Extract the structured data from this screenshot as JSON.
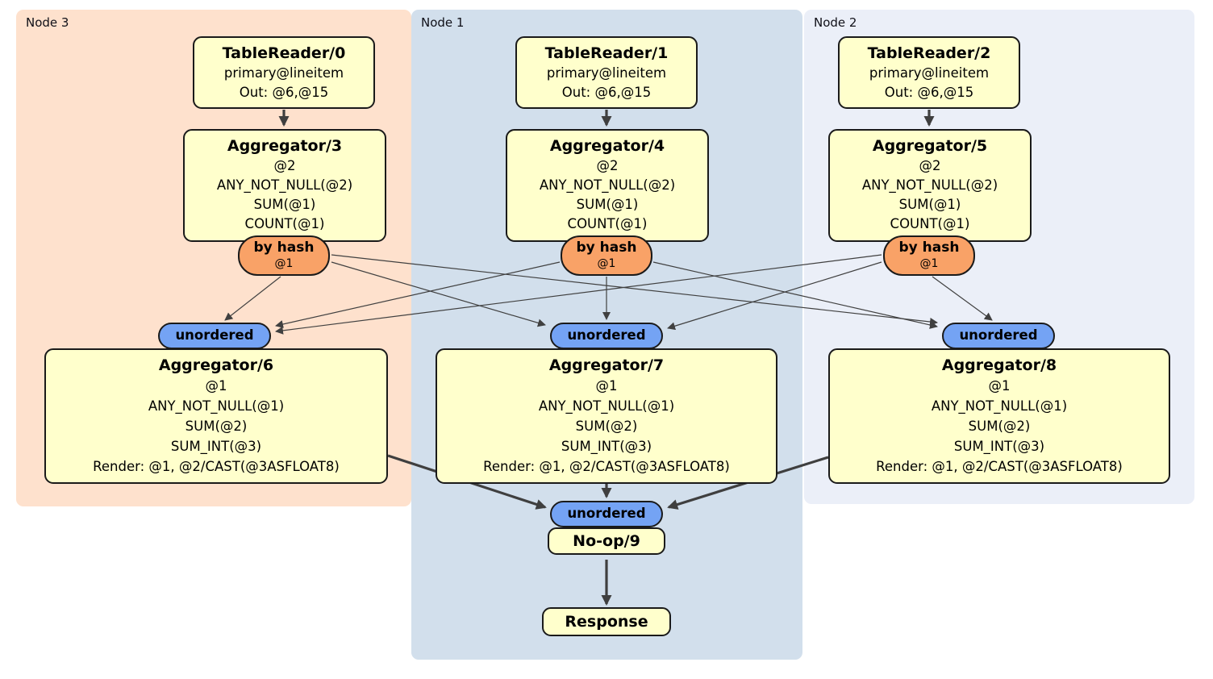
{
  "colors": {
    "node3_bg": "#fee1cd",
    "node1_bg": "#d2dfec",
    "node2_bg": "#ebeff8",
    "op_bg": "#ffffcc",
    "hash_bg": "#f9a267",
    "sync_bg": "#74a3f4",
    "edge": "#404040"
  },
  "nodes": [
    {
      "label": "Node 3"
    },
    {
      "label": "Node 1"
    },
    {
      "label": "Node 2"
    }
  ],
  "table_readers": [
    {
      "title": "TableReader/0",
      "index": "primary@lineitem",
      "out": "Out: @6,@15"
    },
    {
      "title": "TableReader/1",
      "index": "primary@lineitem",
      "out": "Out: @6,@15"
    },
    {
      "title": "TableReader/2",
      "index": "primary@lineitem",
      "out": "Out: @6,@15"
    }
  ],
  "hash_aggregators": [
    {
      "title": "Aggregator/3",
      "group_by": "@2",
      "lines": [
        "ANY_NOT_NULL(@2)",
        "SUM(@1)",
        "COUNT(@1)"
      ]
    },
    {
      "title": "Aggregator/4",
      "group_by": "@2",
      "lines": [
        "ANY_NOT_NULL(@2)",
        "SUM(@1)",
        "COUNT(@1)"
      ]
    },
    {
      "title": "Aggregator/5",
      "group_by": "@2",
      "lines": [
        "ANY_NOT_NULL(@2)",
        "SUM(@1)",
        "COUNT(@1)"
      ]
    }
  ],
  "hash_routers": [
    {
      "label": "by hash",
      "columns": "@1"
    },
    {
      "label": "by hash",
      "columns": "@1"
    },
    {
      "label": "by hash",
      "columns": "@1"
    }
  ],
  "unordered_syncs": [
    {
      "label": "unordered"
    },
    {
      "label": "unordered"
    },
    {
      "label": "unordered"
    }
  ],
  "final_aggregators": [
    {
      "title": "Aggregator/6",
      "group_by": "@1",
      "lines": [
        "ANY_NOT_NULL(@1)",
        "SUM(@2)",
        "SUM_INT(@3)",
        "Render: @1, @2/CAST(@3ASFLOAT8)"
      ]
    },
    {
      "title": "Aggregator/7",
      "group_by": "@1",
      "lines": [
        "ANY_NOT_NULL(@1)",
        "SUM(@2)",
        "SUM_INT(@3)",
        "Render: @1, @2/CAST(@3ASFLOAT8)"
      ]
    },
    {
      "title": "Aggregator/8",
      "group_by": "@1",
      "lines": [
        "ANY_NOT_NULL(@1)",
        "SUM(@2)",
        "SUM_INT(@3)",
        "Render: @1, @2/CAST(@3ASFLOAT8)"
      ]
    }
  ],
  "final_sync": {
    "label": "unordered"
  },
  "noop": {
    "title": "No-op/9"
  },
  "response": {
    "title": "Response"
  }
}
